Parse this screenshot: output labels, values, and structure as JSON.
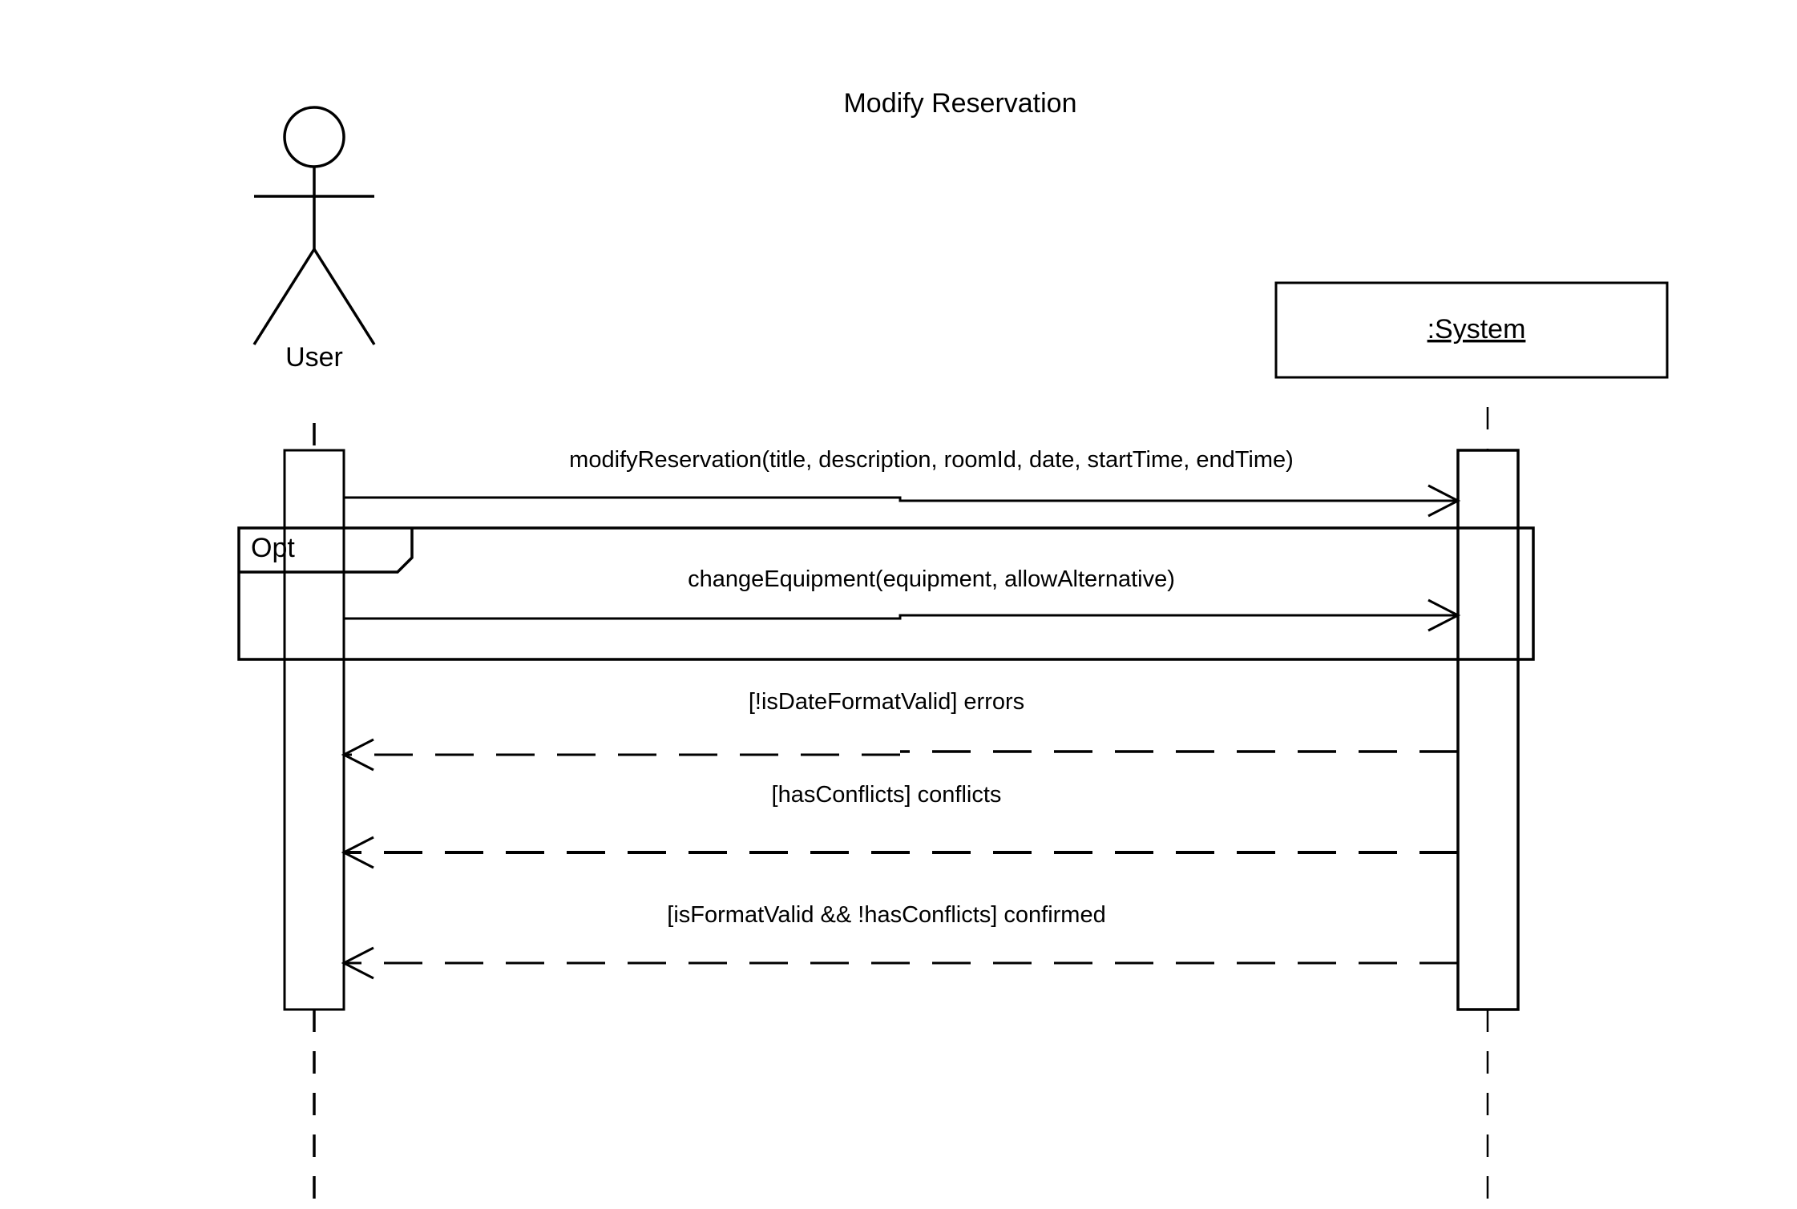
{
  "title": "Modify Reservation",
  "actor": {
    "label": "User"
  },
  "lifeline_object": {
    "label": ":System"
  },
  "fragment": {
    "label": "Opt"
  },
  "messages": [
    {
      "id": "m1",
      "label": "modifyReservation(title, description, roomId, date, startTime, endTime)",
      "kind": "sync",
      "direction": "to-system"
    },
    {
      "id": "m2",
      "label": "changeEquipment(equipment, allowAlternative)",
      "kind": "sync",
      "direction": "to-system"
    },
    {
      "id": "m3",
      "label": "[!isDateFormatValid] errors",
      "kind": "return",
      "direction": "to-user"
    },
    {
      "id": "m4",
      "label": "[hasConflicts] conflicts",
      "kind": "return",
      "direction": "to-user"
    },
    {
      "id": "m5",
      "label": "[isFormatValid && !hasConflicts] confirmed",
      "kind": "return",
      "direction": "to-user"
    }
  ]
}
